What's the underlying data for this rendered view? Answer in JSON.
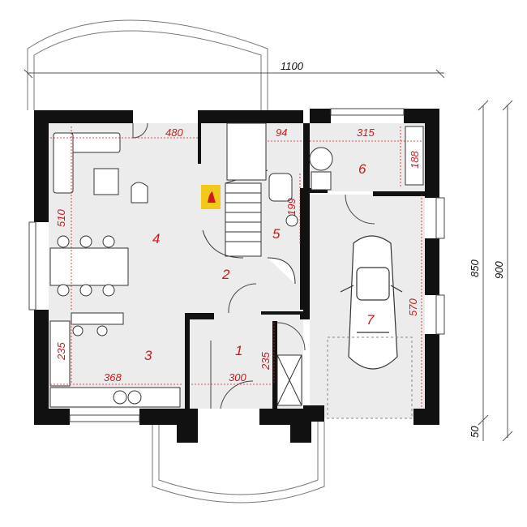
{
  "colors": {
    "wall": "#111111",
    "floor": "#ececec",
    "label_red": "#d01818",
    "dim_line": "#555555",
    "fireplace": "#f2c81a"
  },
  "dimensions": {
    "overall_width": "1100",
    "overall_depth": "850",
    "total_depth": "900",
    "bottom_offset": "50",
    "living_width": "480",
    "stair_gap": "94",
    "room6_width": "315",
    "room6_depth": "188",
    "living_depth": "510",
    "bath_depth": "199",
    "garage_depth": "570",
    "kitchen_depth": "235",
    "hall_depth": "235",
    "kitchen_width": "368",
    "hall_width": "300"
  },
  "rooms": [
    {
      "number": "1",
      "icon": "hall"
    },
    {
      "number": "2",
      "icon": "corridor"
    },
    {
      "number": "3",
      "icon": "kitchen"
    },
    {
      "number": "4",
      "icon": "living-room"
    },
    {
      "number": "5",
      "icon": "bathroom"
    },
    {
      "number": "6",
      "icon": "boiler-room"
    },
    {
      "number": "7",
      "icon": "garage"
    }
  ],
  "icons": {
    "fireplace": "fireplace-icon",
    "car": "car-icon",
    "sofa": "sofa-icon",
    "table": "dining-table-icon"
  }
}
